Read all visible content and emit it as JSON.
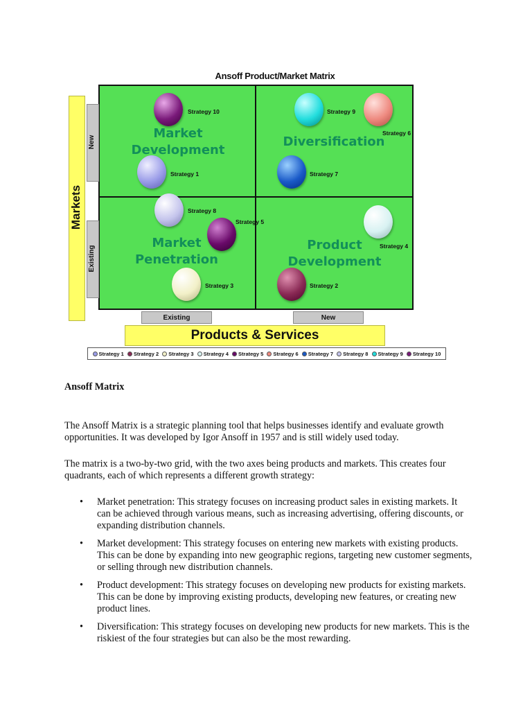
{
  "figure": {
    "title": "Ansoff Product/Market Matrix",
    "quadrants": {
      "top_left": "Market\nDevelopment",
      "top_right": "Diversification",
      "bottom_left": "Market\nPenetration",
      "bottom_right": "Product\nDevelopment"
    },
    "y_axis": {
      "label": "Markets",
      "new": "New",
      "existing": "Existing"
    },
    "x_axis": {
      "label": "Products & Services",
      "existing": "Existing",
      "new": "New"
    },
    "strategies": [
      {
        "label": "Strategy 1",
        "color": "#9a9ce8"
      },
      {
        "label": "Strategy 2",
        "color": "#8a2a55"
      },
      {
        "label": "Strategy 3",
        "color": "#f2f0c8"
      },
      {
        "label": "Strategy 4",
        "color": "#d8f2f2"
      },
      {
        "label": "Strategy 5",
        "color": "#6a0a6a"
      },
      {
        "label": "Strategy 6",
        "color": "#ee8a80"
      },
      {
        "label": "Strategy 7",
        "color": "#1a5ac8"
      },
      {
        "label": "Strategy 8",
        "color": "#c4c4ec"
      },
      {
        "label": "Strategy 9",
        "color": "#22dddd"
      },
      {
        "label": "Strategy 10",
        "color": "#7a1a7a"
      }
    ],
    "colors": {
      "quadrant": "#55e055",
      "quadrant_label": "#138f5a",
      "axis_bar": "#ffff66"
    }
  },
  "document": {
    "heading": "Ansoff Matrix",
    "paragraph1": "The Ansoff Matrix is a strategic planning tool that helps businesses identify and evaluate growth opportunities. It was developed by Igor Ansoff in 1957 and is still widely used today.",
    "paragraph2": "The matrix is a two-by-two grid, with the two axes being products and markets. This creates four quadrants, each of which represents a different growth strategy:",
    "bullets": [
      "Market penetration: This strategy focuses on increasing product sales in existing markets. It can be achieved through various means, such as increasing advertising, offering discounts, or expanding distribution channels.",
      "Market development: This strategy focuses on entering new markets with existing products. This can be done by expanding into new geographic regions, targeting new customer segments, or selling through new distribution channels.",
      "Product development: This strategy focuses on developing new products for existing markets. This can be done by improving existing products, developing new features, or creating new product lines.",
      "Diversification: This strategy focuses on developing new products for new markets. This is the riskiest of the four strategies but can also be the most rewarding."
    ],
    "bullet_char": "•"
  }
}
